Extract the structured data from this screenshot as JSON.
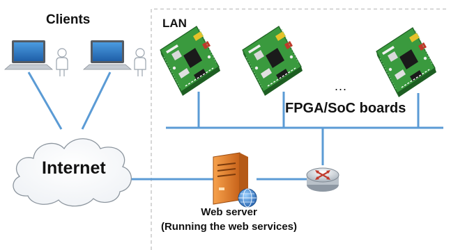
{
  "labels": {
    "clients": "Clients",
    "lan": "LAN",
    "ellipsis": "...",
    "fpga_boards": "FPGA/SoC boards",
    "internet": "Internet",
    "web_server": "Web server",
    "web_server_detail": "(Running the web services)"
  },
  "icons": {
    "laptop": "laptop-icon",
    "user": "user-icon",
    "board": "fpga-board-icon",
    "cloud": "cloud-icon",
    "server": "server-icon",
    "globe": "globe-icon",
    "router": "router-icon"
  },
  "colors": {
    "link_line": "#5b9bd5",
    "lan_border": "#bfbfbf",
    "laptop_screen": "#2e75b6",
    "board_green": "#2f8a33",
    "server_orange": "#e8812a",
    "router_red": "#c0392b"
  }
}
